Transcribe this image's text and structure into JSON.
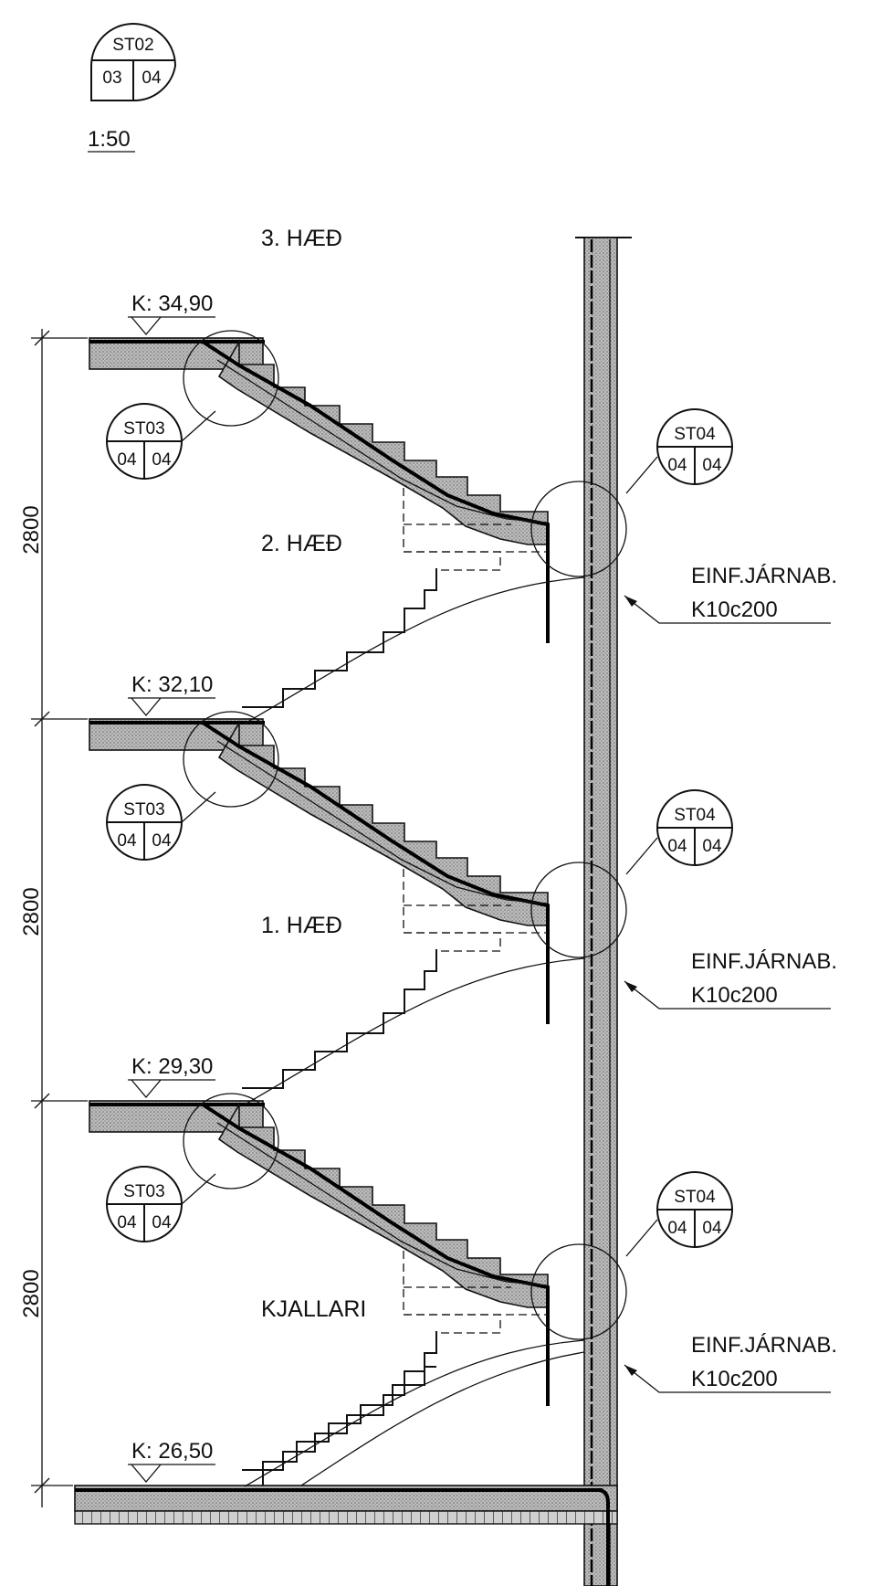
{
  "title_mark": {
    "sheet": "ST02",
    "left": "03",
    "right": "04"
  },
  "scale": "1:50",
  "floors": {
    "top": "3. HÆÐ",
    "second": "2. HÆÐ",
    "first": "1. HÆÐ",
    "basement": "KJALLARI"
  },
  "levels": {
    "k1": "K: 34,90",
    "k2": "K: 32,10",
    "k3": "K: 29,30",
    "k4": "K: 26,50"
  },
  "dimensions": {
    "d1": "2800",
    "d2": "2800",
    "d3": "2800"
  },
  "detail_landing": {
    "sheet": "ST03",
    "left": "04",
    "right": "04"
  },
  "detail_wall": {
    "sheet": "ST04",
    "left": "04",
    "right": "04"
  },
  "rebar_note": {
    "line1": "EINF.JÁRNAB.",
    "line2": "K10c200"
  },
  "colors": {
    "ink": "#111111",
    "concrete_fill": "#c8c8c8"
  }
}
